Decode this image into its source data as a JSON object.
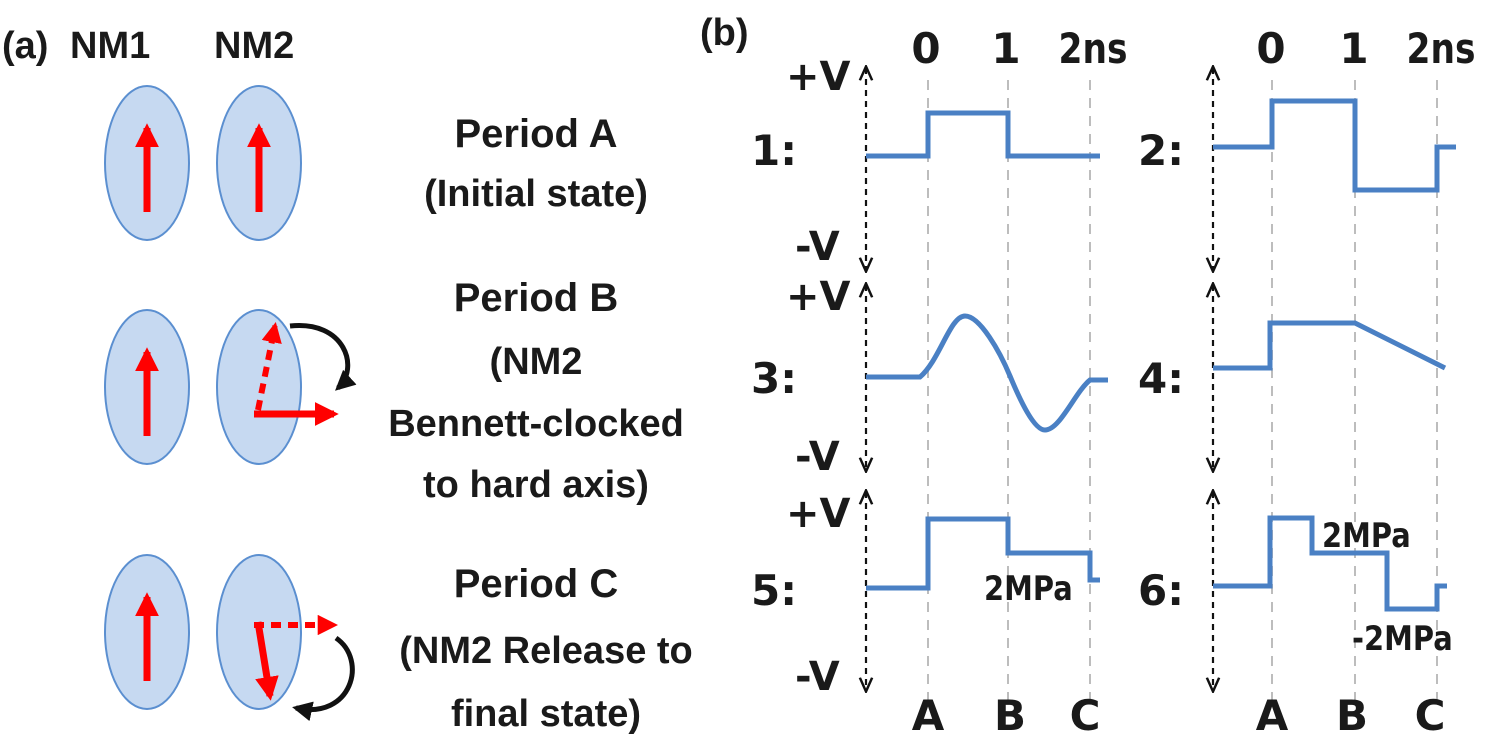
{
  "panel_a": {
    "label": "(a)",
    "col_nm1": "NM1",
    "col_nm2": "NM2",
    "periods": [
      {
        "title": "Period A",
        "lines": [
          "(Initial state)"
        ]
      },
      {
        "title": "Period B",
        "lines": [
          "(NM2",
          "Bennett-clocked",
          "to hard axis)"
        ]
      },
      {
        "title": "Period C",
        "lines": [
          "(NM2 Release to",
          "final state)"
        ]
      }
    ]
  },
  "panel_b": {
    "label": "(b)",
    "time_ticks": [
      "0",
      "1",
      "2ns"
    ],
    "v_plus": "+V",
    "v_minus": "-V",
    "period_ticks": [
      "A",
      "B",
      "C"
    ],
    "waveforms": [
      {
        "id": "1:",
        "label": "1:"
      },
      {
        "id": "2:",
        "label": "2:"
      },
      {
        "id": "3:",
        "label": "3:"
      },
      {
        "id": "4:",
        "label": "4:"
      },
      {
        "id": "5:",
        "label": "5:",
        "annotation": "2MPa"
      },
      {
        "id": "6:",
        "label": "6:",
        "annotation_pos": "2MPa",
        "annotation_neg": "-2MPa"
      }
    ]
  },
  "colors": {
    "ellipse_fill": "#c6d9f1",
    "ellipse_stroke": "#5b8fd0",
    "arrow": "#ff0000",
    "waveform": "#4a80c4",
    "text": "#1a1a1a"
  }
}
